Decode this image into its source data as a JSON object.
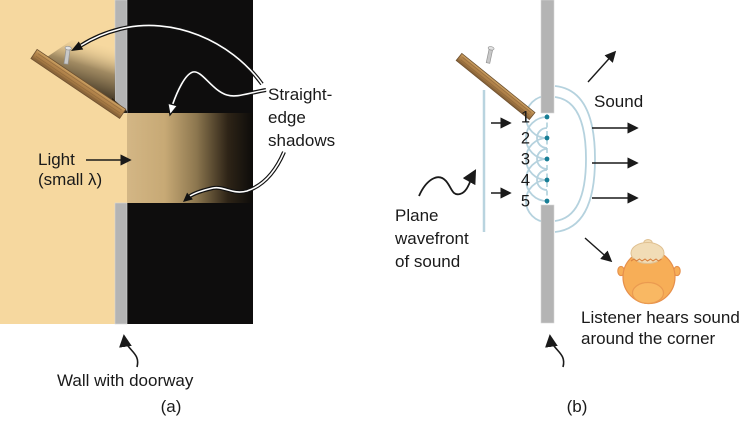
{
  "panel_a": {
    "caption": "(a)",
    "light_label_line1": "Light",
    "light_label_line2": "(small λ)",
    "straight_edge_lines": [
      "Straight-",
      "edge",
      "shadows"
    ],
    "wall_label": "Wall with doorway"
  },
  "panel_b": {
    "caption": "(b)",
    "sound_label": "Sound",
    "plane_wavefront_lines": [
      "Plane",
      "wavefront",
      "of sound"
    ],
    "listener_lines": [
      "Listener hears sound",
      "around the corner"
    ],
    "wavefront_point_numbers": [
      "1",
      "2",
      "3",
      "4",
      "5"
    ]
  },
  "colors": {
    "background": "#ffffff",
    "light_region_tan": "#f6d89f",
    "shadow_region_black": "#0e0d0d",
    "wall_gray": "#b4b4b4",
    "wave_arc_blue": "#b5d2de",
    "wavefront_dot_teal": "#177e95",
    "wood_brown": "#b8894f",
    "head_orange": "#f7ae57",
    "head_crown_tan": "#f1dcb6",
    "text": "#1a1a1a"
  }
}
